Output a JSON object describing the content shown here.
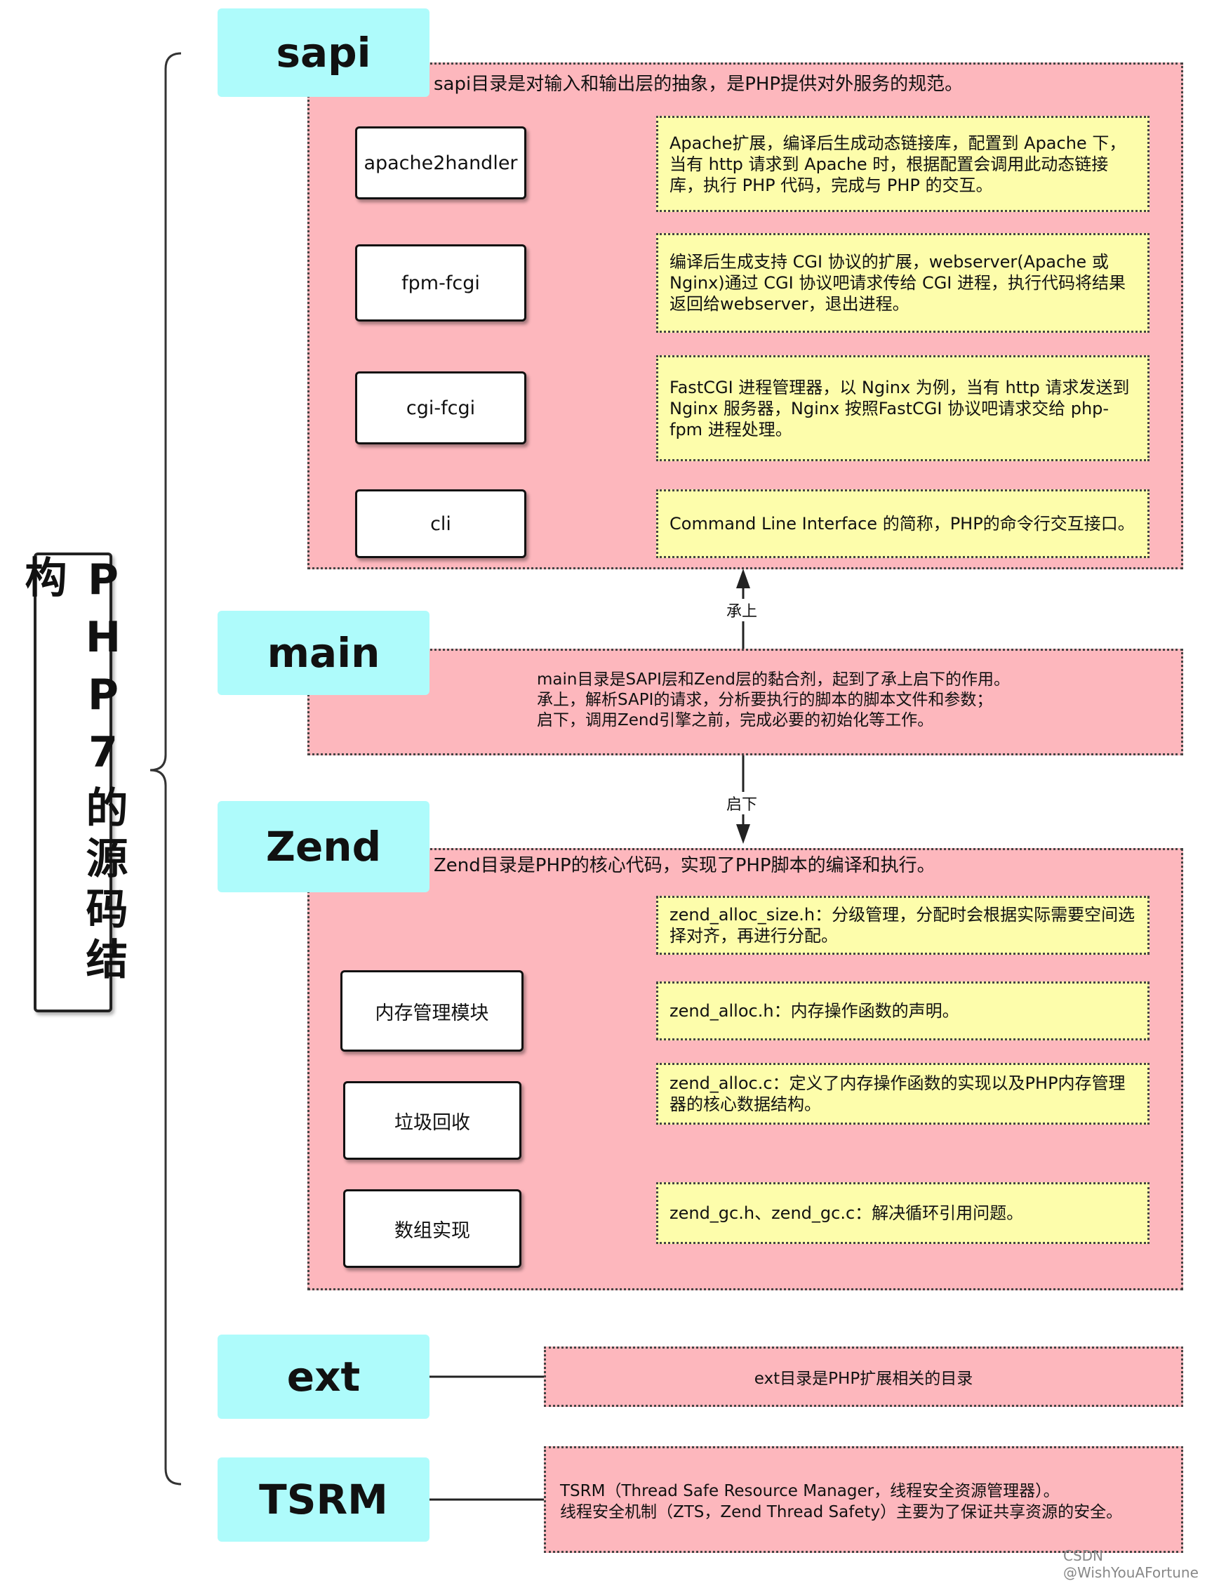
{
  "title": "PHP7的源码结构",
  "sapi": {
    "label": "sapi",
    "desc": "sapi目录是对输入和输出层的抽象，是PHP提供对外服务的规范。",
    "items": [
      {
        "name": "apache2handler",
        "desc": "Apache扩展，编译后生成动态链接库，配置到 Apache 下，当有 http 请求到 Apache 时，根据配置会调用此动态链接库，执行 PHP 代码，完成与 PHP 的交互。"
      },
      {
        "name": "fpm-fcgi",
        "desc": "编译后生成支持 CGI 协议的扩展，webserver(Apache 或 Nginx)通过 CGI 协议吧请求传给 CGI 进程，执行代码将结果返回给webserver，退出进程。"
      },
      {
        "name": "cgi-fcgi",
        "desc": "FastCGI 进程管理器，以 Nginx 为例，当有 http 请求发送到 Nginx 服务器，Nginx 按照FastCGI 协议吧请求交给 php-fpm 进程处理。"
      },
      {
        "name": "cli",
        "desc": "Command Line Interface 的简称，PHP的命令行交互接口。"
      }
    ]
  },
  "arrow_up_label": "承上",
  "main": {
    "label": "main",
    "lines": [
      "main目录是SAPI层和Zend层的黏合剂，起到了承上启下的作用。",
      "承上，解析SAPI的请求，分析要执行的脚本的脚本文件和参数；",
      "启下，调用Zend引擎之前，完成必要的初始化等工作。"
    ]
  },
  "arrow_down_label": "启下",
  "zend": {
    "label": "Zend",
    "desc": "Zend目录是PHP的核心代码，实现了PHP脚本的编译和执行。",
    "modules": [
      "内存管理模块",
      "垃圾回收",
      "数组实现"
    ],
    "notes": [
      "zend_alloc_size.h：分级管理，分配时会根据实际需要空间选择对齐，再进行分配。",
      "zend_alloc.h：内存操作函数的声明。",
      "zend_alloc.c：定义了内存操作函数的实现以及PHP内存管理器的核心数据结构。",
      "zend_gc.h、zend_gc.c：解决循环引用问题。"
    ]
  },
  "ext": {
    "label": "ext",
    "desc": "ext目录是PHP扩展相关的目录"
  },
  "tsrm": {
    "label": "TSRM",
    "lines": [
      "TSRM（Thread Safe Resource Manager，线程安全资源管理器）。",
      "线程安全机制（ZTS，Zend Thread Safety）主要为了保证共享资源的安全。"
    ]
  },
  "watermark": "CSDN @WishYouAFortune",
  "colors": {
    "cyan": "#aefbfb",
    "pink": "#fdb7bd",
    "yellow": "#fdfdab"
  }
}
